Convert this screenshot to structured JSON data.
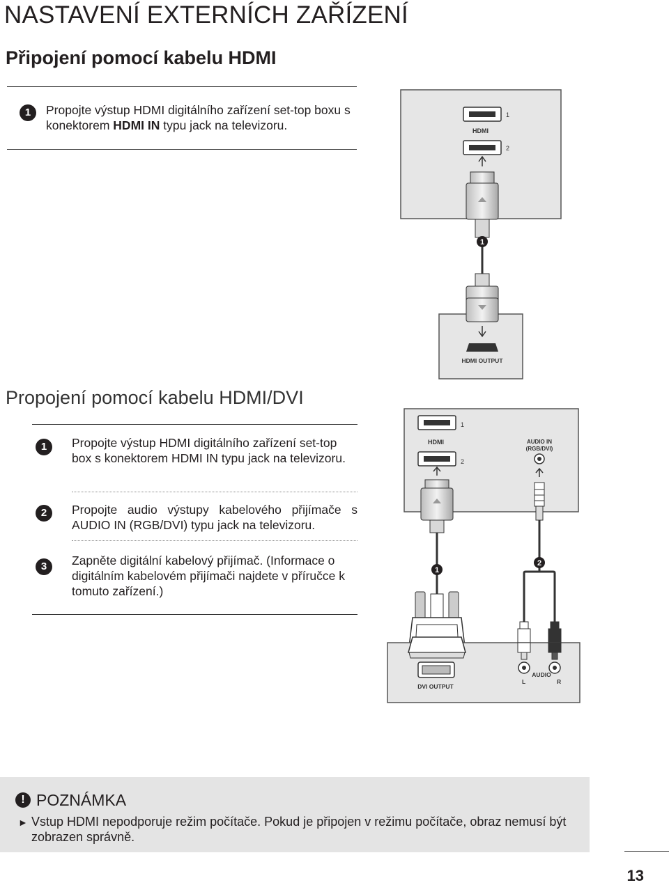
{
  "page_title": "NASTAVENÍ EXTERNÍCH ZAŘÍZENÍ",
  "section_hdmi": {
    "heading": "Připojení pomocí kabelu HDMI",
    "steps": [
      {
        "num": "1",
        "text_a": "Propojte výstup HDMI digitálního zařízení set-top boxu s konektorem ",
        "text_bold": "HDMI IN",
        "text_b": " typu jack na televizoru."
      }
    ],
    "diagram": {
      "tv_port_label": "HDMI",
      "port1": "1",
      "port2": "2",
      "cable_badge": "1",
      "device_port_label": "HDMI OUTPUT"
    }
  },
  "section_dvi": {
    "heading": "Propojení pomocí kabelu HDMI/DVI",
    "steps": [
      {
        "num": "1",
        "text": "Propojte výstup HDMI digitálního zařízení set-top box s konektorem HDMI IN typu jack na televizoru."
      },
      {
        "num": "2",
        "text": "Propojte audio výstupy kabelového přijímače s AUDIO IN (RGB/DVI) typu jack na televizoru."
      },
      {
        "num": "3",
        "text": "Zapněte digitální kabelový přijímač. (Informace o digitálním kabelovém přijímači najdete v příručce k tomuto zařízení.)"
      }
    ],
    "diagram": {
      "tv_port_label": "HDMI",
      "port1": "1",
      "port2": "2",
      "audio_in_line1": "AUDIO IN",
      "audio_in_line2": "(RGB/DVI)",
      "cable_badge1": "1",
      "cable_badge2": "2",
      "dvi_output_label": "DVI OUTPUT",
      "audio_label": "AUDIO",
      "audio_l": "L",
      "audio_r": "R"
    }
  },
  "note": {
    "icon": "!",
    "title": "POZNÁMKA",
    "bullet": "►",
    "text": "Vstup HDMI nepodporuje režim počítače. Pokud je připojen v režimu počítače, obraz nemusí být zobrazen správně."
  },
  "page_number": "13"
}
